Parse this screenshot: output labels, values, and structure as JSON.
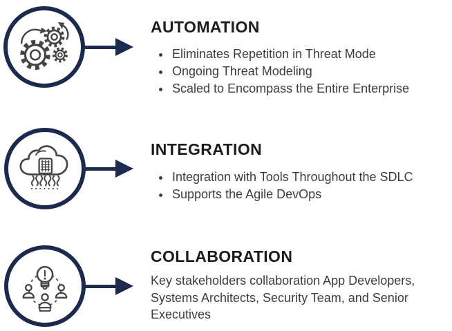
{
  "canvas": {
    "background": "#ffffff"
  },
  "colors": {
    "accent_navy": "#1b2a4d",
    "icon_stroke": "#454545",
    "heading_text": "#1c1c1c",
    "body_text": "#3d3d3d"
  },
  "sections": [
    {
      "id": "automation",
      "icon": "gears-icon",
      "title": "AUTOMATION",
      "bullets": [
        "Eliminates Repetition in Threat Mode",
        "Ongoing Threat Modeling",
        "Scaled to Encompass the Entire Enterprise"
      ]
    },
    {
      "id": "integration",
      "icon": "cloud-chip-icon",
      "title": "INTEGRATION",
      "bullets": [
        "Integration with Tools Throughout the SDLC",
        "Supports the Agile DevOps"
      ]
    },
    {
      "id": "collaboration",
      "icon": "team-idea-icon",
      "title": "COLLABORATION",
      "paragraph": "Key stakeholders collaboration App Developers, Systems Architects, Security Team, and Senior Executives"
    }
  ]
}
